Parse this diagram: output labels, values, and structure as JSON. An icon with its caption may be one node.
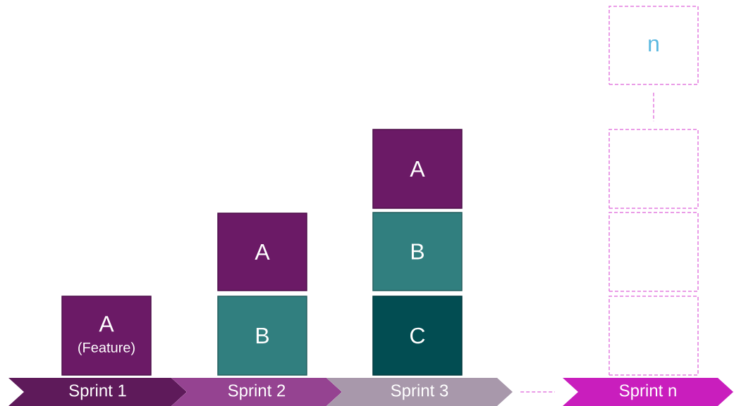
{
  "diagram": {
    "nodes": [
      {
        "text": [
          "Sprint 1"
        ]
      },
      {
        "text": [
          "Sprint 2"
        ]
      },
      {
        "text": [
          "Sprint 3"
        ]
      },
      {
        "text": [
          "Sprint n"
        ]
      },
      {
        "text": [
          "A",
          "(Feature)"
        ]
      },
      {
        "text": [
          "A"
        ]
      },
      {
        "text": [
          "B"
        ]
      },
      {
        "text": [
          "A"
        ]
      },
      {
        "text": [
          "B"
        ]
      },
      {
        "text": [
          "C"
        ]
      },
      {
        "text": [
          "n"
        ]
      },
      {
        "text": [],
        "shape": "box"
      },
      {
        "text": [],
        "shape": "box"
      },
      {
        "text": [],
        "shape": "box"
      }
    ],
    "edges": [
      {
        "from": 2,
        "to": 3,
        "arrow": "none",
        "style": "dashed"
      },
      {
        "from": 10,
        "to": 11,
        "arrow": "none",
        "style": "dashed"
      }
    ]
  }
}
